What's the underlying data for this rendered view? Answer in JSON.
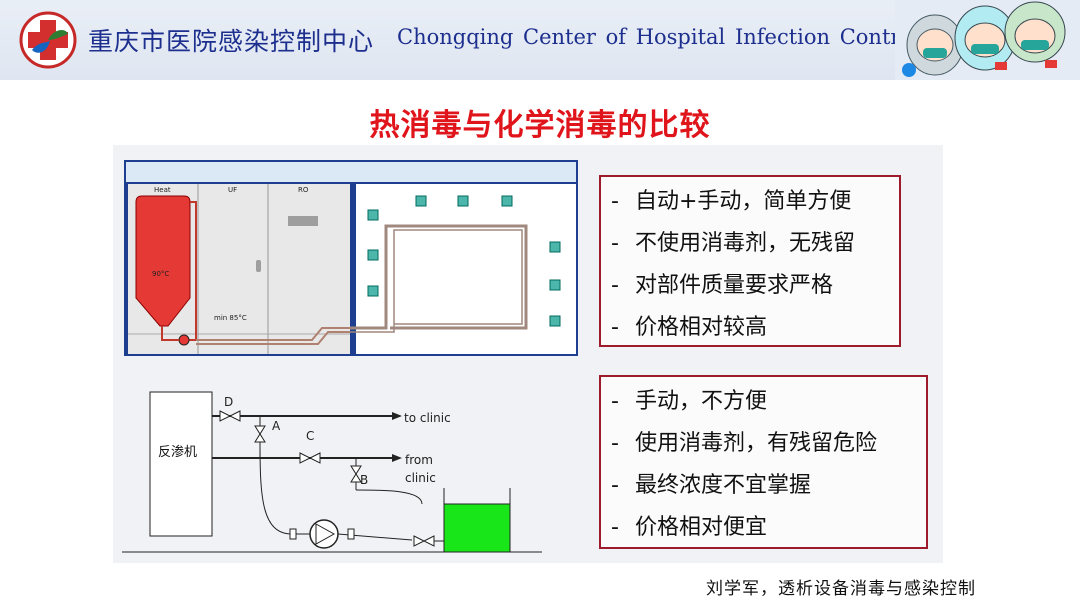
{
  "header": {
    "title_cn": "重庆市医院感染控制中心",
    "title_en": "Chongqing  Center of  Hospital Infection  Control",
    "logo_icon": "red-cross-leaf-logo",
    "mascot_icon": "medical-staff-mascots"
  },
  "slide": {
    "title": "热消毒与化学消毒的比较"
  },
  "heat_diagram": {
    "labels": {
      "heat": "Heat",
      "uf": "UF",
      "ro": "RO",
      "temp": "90°C",
      "min_temp": "min 85°C"
    }
  },
  "chem_diagram": {
    "labels": {
      "machine": "反渗机",
      "d": "D",
      "a": "A",
      "c": "C",
      "b": "B",
      "to_clinic": "to clinic",
      "from": "from",
      "clinic": "clinic"
    }
  },
  "heat_box": {
    "items": [
      "自动+手动，简单方便",
      "不使用消毒剂，无残留",
      "对部件质量要求严格",
      "价格相对较高"
    ]
  },
  "chem_box": {
    "items": [
      "手动，不方便",
      "使用消毒剂，有残留危险",
      "最终浓度不宜掌握",
      "价格相对便宜"
    ]
  },
  "footer": {
    "citation": "刘学军，透析设备消毒与感染控制"
  },
  "colors": {
    "header_text": "#1d2f8e",
    "title": "#e0141b",
    "box_border": "#9e1b2c",
    "tank_green": "#19e619",
    "heat_red": "#e53935"
  }
}
